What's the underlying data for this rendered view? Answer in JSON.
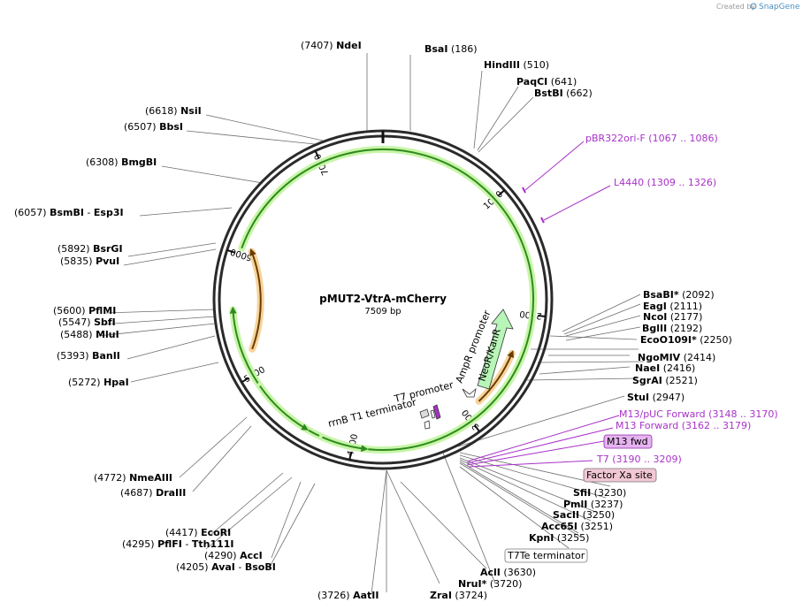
{
  "header": {
    "created_by": "Created by",
    "brand": "SnapGene"
  },
  "plasmid": {
    "name": "pMUT2-VtrA-mCherry",
    "length_label": "7509 bp",
    "length": 7509
  },
  "ticks": [
    {
      "pos": 1000,
      "label": "1000"
    },
    {
      "pos": 2000,
      "label": "2000"
    },
    {
      "pos": 3000,
      "label": "3000"
    },
    {
      "pos": 4000,
      "label": "4000"
    },
    {
      "pos": 5000,
      "label": "5000"
    },
    {
      "pos": 6000,
      "label": "6000"
    },
    {
      "pos": 7000,
      "label": "7000"
    }
  ],
  "sites": [
    {
      "pos": "(7407)",
      "name": "NdeI",
      "star": ""
    },
    {
      "pos": "(186)",
      "name": "BsaI",
      "star": ""
    },
    {
      "pos": "(510)",
      "name": "HindIII",
      "star": ""
    },
    {
      "pos": "(641)",
      "name": "PaqCI",
      "star": ""
    },
    {
      "pos": "(662)",
      "name": "BstBI",
      "star": ""
    },
    {
      "pos": "(6618)",
      "name": "NsiI",
      "star": ""
    },
    {
      "pos": "(6507)",
      "name": "BbsI",
      "star": ""
    },
    {
      "pos": "(6308)",
      "name": "BmgBI",
      "star": ""
    },
    {
      "pos": "(6057)",
      "name": "BsmBI",
      "name2": "Esp3I",
      "star": ""
    },
    {
      "pos": "(5892)",
      "name": "BsrGI",
      "star": ""
    },
    {
      "pos": "(5835)",
      "name": "PvuI",
      "star": ""
    },
    {
      "pos": "(5600)",
      "name": "PflMI",
      "star": ""
    },
    {
      "pos": "(5547)",
      "name": "SbfI",
      "star": ""
    },
    {
      "pos": "(5488)",
      "name": "MluI",
      "star": ""
    },
    {
      "pos": "(5393)",
      "name": "BanII",
      "star": ""
    },
    {
      "pos": "(5272)",
      "name": "HpaI",
      "star": ""
    },
    {
      "pos": "(4772)",
      "name": "NmeAIII",
      "star": ""
    },
    {
      "pos": "(4687)",
      "name": "DraIII",
      "star": ""
    },
    {
      "pos": "(4417)",
      "name": "EcoRI",
      "star": ""
    },
    {
      "pos": "(4295)",
      "name": "PflFI",
      "name2": "Tth111I",
      "star": ""
    },
    {
      "pos": "(4290)",
      "name": "AccI",
      "star": ""
    },
    {
      "pos": "(4205)",
      "name": "AvaI",
      "name2": "BsoBI",
      "star": ""
    },
    {
      "pos": "(3726)",
      "name": "AatII",
      "star": ""
    },
    {
      "pos": "(3724)",
      "name": "ZraI",
      "star": ""
    },
    {
      "pos": "(3720)",
      "name": "NruI",
      "star": "*"
    },
    {
      "pos": "(3630)",
      "name": "AclI",
      "star": ""
    },
    {
      "pos": "(3255)",
      "name": "KpnI",
      "star": ""
    },
    {
      "pos": "(3251)",
      "name": "Acc65I",
      "star": ""
    },
    {
      "pos": "(3250)",
      "name": "SacII",
      "star": ""
    },
    {
      "pos": "(3237)",
      "name": "PmlI",
      "star": ""
    },
    {
      "pos": "(3230)",
      "name": "SfiI",
      "star": ""
    },
    {
      "pos": "(2947)",
      "name": "StuI",
      "star": ""
    },
    {
      "pos": "(2521)",
      "name": "SgrAI",
      "star": ""
    },
    {
      "pos": "(2416)",
      "name": "NaeI",
      "star": ""
    },
    {
      "pos": "(2414)",
      "name": "NgoMIV",
      "star": ""
    },
    {
      "pos": "(2250)",
      "name": "EcoO109I",
      "star": "*"
    },
    {
      "pos": "(2192)",
      "name": "BglII",
      "star": ""
    },
    {
      "pos": "(2177)",
      "name": "NcoI",
      "star": ""
    },
    {
      "pos": "(2111)",
      "name": "EagI",
      "star": ""
    },
    {
      "pos": "(2092)",
      "name": "BsaBI",
      "star": "*"
    }
  ],
  "primers": [
    {
      "name": "pBR322ori-F",
      "range": "(1067 .. 1086)"
    },
    {
      "name": "L4440",
      "range": "(1309 .. 1326)"
    },
    {
      "name": "M13/pUC Forward",
      "range": "(3148 .. 3170)"
    },
    {
      "name": "M13 Forward",
      "range": "(3162 .. 3179)"
    },
    {
      "name": "M13 fwd",
      "range": ""
    },
    {
      "name": "T7",
      "range": "(3190 .. 3209)"
    }
  ],
  "boxed_features": [
    {
      "name": "Factor Xa site"
    },
    {
      "name": "T7Te terminator"
    }
  ],
  "inner_features": [
    {
      "name": "T7 promoter"
    },
    {
      "name": "rrnB T1 terminator"
    },
    {
      "name": "AmpR promoter"
    },
    {
      "name": "NeoR/KanR"
    }
  ],
  "colors": {
    "backbone": "#2a2a2a",
    "primer": "#a832c8",
    "orf_green": "#2e8b1e",
    "orf_orange": "#c9781a",
    "promoter_fill": "#b8f5b8",
    "factor_xa_fill": "#f2c7d4",
    "m13fwd_fill": "#e6b3f0"
  }
}
